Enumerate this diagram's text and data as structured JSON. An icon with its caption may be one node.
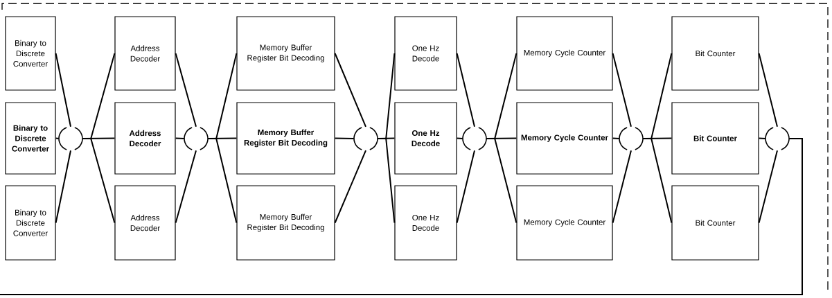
{
  "diagram": {
    "nodes": [
      {
        "text": [
          "Binary to Discrete Converter"
        ]
      },
      {
        "text": [
          "Binary to Discrete Converter"
        ]
      },
      {
        "text": [
          "Binary to Discrete Converter"
        ]
      },
      {
        "text": [],
        "shape": "circle"
      },
      {
        "text": [
          "Address Decoder"
        ]
      },
      {
        "text": [
          "Address Decoder"
        ]
      },
      {
        "text": [
          "Address Decoder"
        ]
      },
      {
        "text": [],
        "shape": "circle"
      },
      {
        "text": [
          "Memory Buffer Register Bit Decoding"
        ]
      },
      {
        "text": [
          "Memory Buffer Register Bit Decoding"
        ]
      },
      {
        "text": [
          "Memory Buffer Register Bit Decoding"
        ]
      },
      {
        "text": [],
        "shape": "circle"
      },
      {
        "text": [
          "One Hz Decode"
        ]
      },
      {
        "text": [
          "One Hz Decode"
        ]
      },
      {
        "text": [
          "One Hz Decode"
        ]
      },
      {
        "text": [],
        "shape": "circle"
      },
      {
        "text": [
          "Memory Cycle Counter"
        ]
      },
      {
        "text": [
          "Memory Cycle Counter"
        ]
      },
      {
        "text": [
          "Memory Cycle Counter"
        ]
      },
      {
        "text": [],
        "shape": "circle"
      },
      {
        "text": [
          "Bit Counter"
        ]
      },
      {
        "text": [
          "Bit Counter"
        ]
      },
      {
        "text": [
          "Bit Counter"
        ]
      },
      {
        "text": [],
        "shape": "circle"
      }
    ],
    "edges": [
      {
        "from": 0,
        "to": 3,
        "arrow": "none"
      },
      {
        "from": 1,
        "to": 3,
        "arrow": "none"
      },
      {
        "from": 2,
        "to": 3,
        "arrow": "none"
      },
      {
        "from": 3,
        "to": 4,
        "arrow": "none"
      },
      {
        "from": 3,
        "to": 5,
        "arrow": "none"
      },
      {
        "from": 3,
        "to": 6,
        "arrow": "none"
      },
      {
        "from": 4,
        "to": 7,
        "arrow": "none"
      },
      {
        "from": 5,
        "to": 7,
        "arrow": "none"
      },
      {
        "from": 6,
        "to": 7,
        "arrow": "none"
      },
      {
        "from": 7,
        "to": 8,
        "arrow": "none"
      },
      {
        "from": 7,
        "to": 9,
        "arrow": "none"
      },
      {
        "from": 7,
        "to": 10,
        "arrow": "none"
      },
      {
        "from": 8,
        "to": 11,
        "arrow": "none"
      },
      {
        "from": 9,
        "to": 11,
        "arrow": "none"
      },
      {
        "from": 10,
        "to": 11,
        "arrow": "none"
      },
      {
        "from": 11,
        "to": 12,
        "arrow": "none"
      },
      {
        "from": 11,
        "to": 13,
        "arrow": "none"
      },
      {
        "from": 11,
        "to": 14,
        "arrow": "none"
      },
      {
        "from": 12,
        "to": 15,
        "arrow": "none"
      },
      {
        "from": 13,
        "to": 15,
        "arrow": "none"
      },
      {
        "from": 14,
        "to": 15,
        "arrow": "none"
      },
      {
        "from": 15,
        "to": 16,
        "arrow": "none"
      },
      {
        "from": 15,
        "to": 17,
        "arrow": "none"
      },
      {
        "from": 15,
        "to": 18,
        "arrow": "none"
      },
      {
        "from": 16,
        "to": 19,
        "arrow": "none"
      },
      {
        "from": 17,
        "to": 19,
        "arrow": "none"
      },
      {
        "from": 18,
        "to": 19,
        "arrow": "none"
      },
      {
        "from": 19,
        "to": 20,
        "arrow": "none"
      },
      {
        "from": 19,
        "to": 21,
        "arrow": "none"
      },
      {
        "from": 19,
        "to": 22,
        "arrow": "none"
      },
      {
        "from": 20,
        "to": 23,
        "arrow": "none"
      },
      {
        "from": 21,
        "to": 23,
        "arrow": "none"
      },
      {
        "from": 22,
        "to": 23,
        "arrow": "none"
      },
      {
        "from": 23,
        "to": null,
        "arrow": "none"
      }
    ]
  }
}
